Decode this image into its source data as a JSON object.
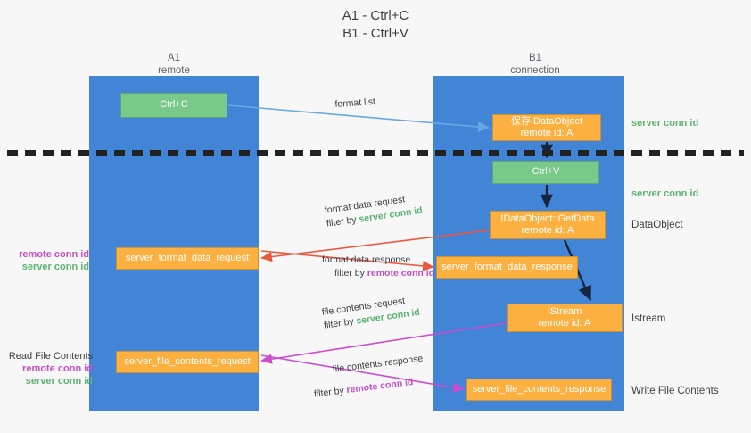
{
  "title": {
    "line1": "A1 - Ctrl+C",
    "line2": "B1 - Ctrl+V"
  },
  "lanes": [
    {
      "id": "a1",
      "name": "A1",
      "sublabel": "remote"
    },
    {
      "id": "b1",
      "name": "B1",
      "sublabel": "connection"
    }
  ],
  "boxes": {
    "ctrl_c": {
      "label": "Ctrl+C",
      "color": "#78c98a"
    },
    "save_dataobject": {
      "line1": "保存IDataObject",
      "line2": "remote id: A",
      "color": "#fbb040"
    },
    "ctrl_v": {
      "label": "Ctrl+V",
      "color": "#78c98a"
    },
    "getdata": {
      "line1": "IDataObject::GetData",
      "line2": "remote id: A",
      "color": "#fbb040"
    },
    "istream": {
      "line1": "IStream",
      "line2": "remote id: A",
      "color": "#fbb040"
    },
    "format_data_request": {
      "label": "server_format_data_request",
      "color": "#fbb040"
    },
    "format_data_response": {
      "label": "server_format_data_response",
      "color": "#fbb040"
    },
    "file_contents_request": {
      "label": "server_file_contents_request",
      "color": "#fbb040"
    },
    "file_contents_response": {
      "label": "server_file_contents_response",
      "color": "#fbb040"
    }
  },
  "edge_labels": {
    "format_list": {
      "text": "format list"
    },
    "format_data_request": {
      "line1": "format data request",
      "filter_prefix": "filter by ",
      "filter_key": "server conn id",
      "filter_color": "#5cb270"
    },
    "format_data_response": {
      "line1": "format data response",
      "filter_prefix": "filter by ",
      "filter_key": "remote conn id",
      "filter_color": "#c44ec7"
    },
    "file_contents_request": {
      "line1": "file contents request",
      "filter_prefix": "filter by ",
      "filter_key": "server conn id",
      "filter_color": "#5cb270"
    },
    "file_contents_response": {
      "line1": "file contents response",
      "filter_prefix": "filter by ",
      "filter_key": "remote conn id",
      "filter_color": "#c44ec7"
    }
  },
  "annotations": {
    "left_top": {
      "remote": "remote conn id",
      "server": "server conn id"
    },
    "left_bottom": {
      "heading": "Read File Contents",
      "remote": "remote conn id",
      "server": "server conn id"
    },
    "right_server_conn_1": "server conn id",
    "right_server_conn_2": "server conn id",
    "right_dataobject": "DataObject",
    "right_istream": "Istream",
    "right_write_file": "Write File Contents"
  },
  "colors": {
    "lane": "#4285d6",
    "green_box": "#78c98a",
    "orange_box": "#fbb040",
    "magenta": "#c44ec7",
    "green_text": "#5cb270",
    "arrow_blue": "#6aa9e0",
    "arrow_red": "#e8593f",
    "arrow_magenta": "#cc4bcf",
    "arrow_dark": "#14253d",
    "divider": "#222222",
    "background": "#f7f7f7"
  }
}
